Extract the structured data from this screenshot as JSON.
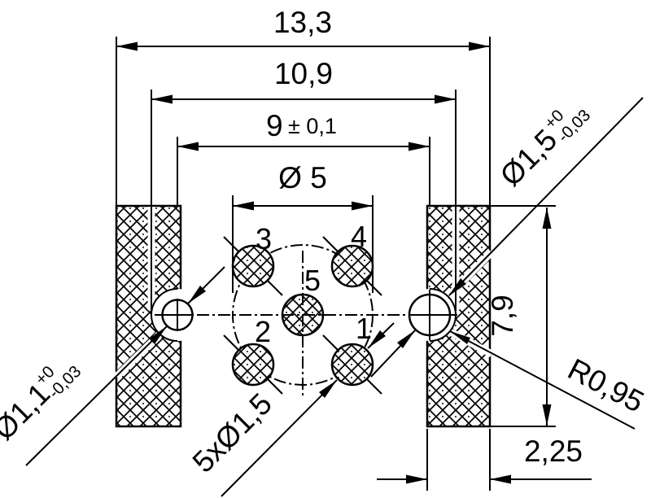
{
  "drawing": {
    "type": "technical-dimension-drawing",
    "colors": {
      "line": "#000000",
      "background": "#ffffff"
    },
    "dimensions": {
      "overall_width": "13,3",
      "pads_outer_width": "10,9",
      "pad_pitch_main": "9",
      "pad_pitch_tol": "± 0,1",
      "bolt_circle": "Ø 5",
      "height": "7,9",
      "bar_width": "2,25",
      "holes_callout": "5xØ1,5",
      "pad_ring_radius": "R0,95",
      "pad_right": {
        "value": "Ø1,5",
        "tol_plus": "+0",
        "tol_minus": "-0,03"
      },
      "pad_left": {
        "value": "Ø1,1",
        "tol_plus": "+0",
        "tol_minus": "-0,03"
      }
    },
    "holes": {
      "h1": "1",
      "h2": "2",
      "h3": "3",
      "h4": "4",
      "h5": "5"
    }
  }
}
